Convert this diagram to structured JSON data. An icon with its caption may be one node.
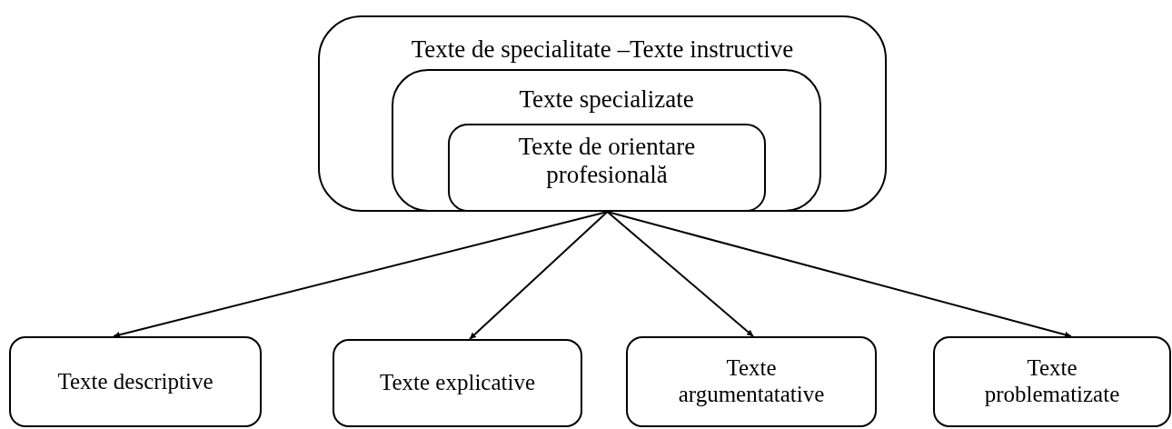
{
  "diagram": {
    "nodes": [
      {
        "text": [
          "Texte de specialitate –Texte instructive"
        ]
      },
      {
        "text": [
          "Texte specializate"
        ],
        "in": 0
      },
      {
        "text": [
          "Texte de orientare profesională"
        ],
        "in": 1
      },
      {
        "text": [
          "Texte descriptive"
        ]
      },
      {
        "text": [
          "Texte explicative"
        ]
      },
      {
        "text": [
          "Texte argumentatative"
        ]
      },
      {
        "text": [
          "Texte problematizate"
        ]
      }
    ],
    "edges": [
      {
        "from": 2,
        "to": 3,
        "arrow": "to"
      },
      {
        "from": 2,
        "to": 4,
        "arrow": "to"
      },
      {
        "from": 2,
        "to": 5,
        "arrow": "to"
      },
      {
        "from": 2,
        "to": 6,
        "arrow": "to"
      }
    ]
  }
}
